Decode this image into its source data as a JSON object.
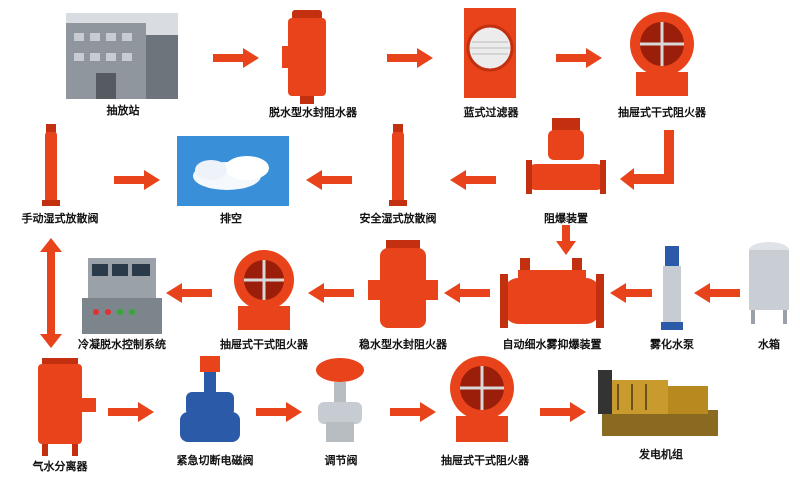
{
  "colors": {
    "equipment_red": "#e8431a",
    "arrow_red": "#e8431a",
    "valve_blue": "#2b5aa8",
    "label": "#111111"
  },
  "labels": {
    "pump_station": "抽放站",
    "dewatering_water_seal_arrester": "脱水型水封阻水器",
    "basket_filter": "蓝式过滤器",
    "drawer_dry_arrester_1": "抽屉式干式阻火器",
    "explosion_arrester": "阻爆装置",
    "safety_wet_vent_valve": "安全湿式放散阀",
    "vent_sky": "排空",
    "manual_wet_vent_valve": "手动湿式放散阀",
    "auto_mist_suppression": "自动细水雾抑爆装置",
    "spray_pump": "雾化水泵",
    "water_tank": "水箱",
    "stable_water_seal_arrester": "稳水型水封阻火器",
    "drawer_dry_arrester_2": "抽屉式干式阻火器",
    "condensation_control_system": "冷凝脱水控制系统",
    "gas_water_separator": "气水分离器",
    "emergency_solenoid_valve": "紧急切断电磁阀",
    "regulating_valve": "调节阀",
    "drawer_dry_arrester_3": "抽屉式干式阻火器",
    "generator_set": "发电机组"
  }
}
